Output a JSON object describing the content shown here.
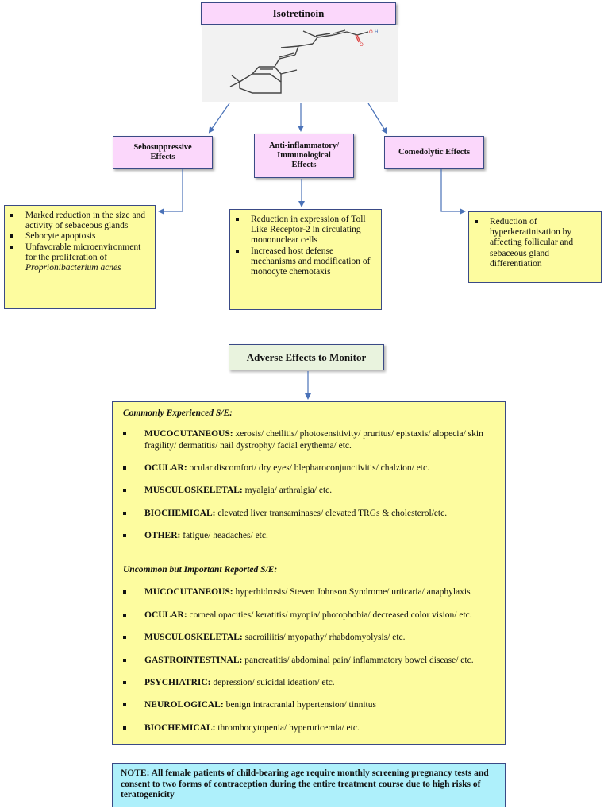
{
  "drug": {
    "title": "Isotretinoin",
    "structure_labels": {
      "oxygen": "O",
      "hydroxyl": "O",
      "hydrogen": "H"
    }
  },
  "effects": [
    {
      "title": "Sebosuppressive Effects",
      "bullets": [
        "Marked reduction in the size and activity of sebaceous glands",
        "Sebocyte apoptosis",
        "Unfavorable microenvironment for the proliferation of"
      ],
      "italic_tail": "Proprionibacterium acnes"
    },
    {
      "title": "Anti-inflammatory/ Immunological Effects",
      "bullets": [
        "Reduction in expression of Toll Like Receptor-2 in circulating mononuclear cells",
        "Increased host defense mechanisms and modification of monocyte chemotaxis"
      ]
    },
    {
      "title": "Comedolytic Effects",
      "bullets": [
        "Reduction of hyperkeratinisation by affecting follicular and sebaceous gland differentiation"
      ]
    }
  ],
  "adverse": {
    "title": "Adverse Effects to Monitor",
    "common_heading": "Commonly Experienced S/E:",
    "common": [
      {
        "label": "MUCOCUTANEOUS:",
        "text": " xerosis/ cheilitis/ photosensitivity/ pruritus/ epistaxis/ alopecia/ skin fragility/ dermatitis/ nail dystrophy/ facial erythema/ etc."
      },
      {
        "label": "OCULAR:",
        "text": " ocular discomfort/ dry eyes/ blepharoconjunctivitis/ chalzion/ etc."
      },
      {
        "label": "MUSCULOSKELETAL:",
        "text": " myalgia/ arthralgia/ etc."
      },
      {
        "label": "BIOCHEMICAL:",
        "text": " elevated liver transaminases/ elevated TRGs & cholesterol/etc."
      },
      {
        "label": "OTHER:",
        "text": " fatigue/ headaches/ etc."
      }
    ],
    "uncommon_heading": "Uncommon but Important Reported S/E:",
    "uncommon": [
      {
        "label": "MUCOCUTANEOUS:",
        "text": " hyperhidrosis/ Steven Johnson Syndrome/ urticaria/ anaphylaxis"
      },
      {
        "label": "OCULAR:",
        "text": " corneal opacities/ keratitis/ myopia/ photophobia/ decreased color vision/ etc."
      },
      {
        "label": "MUSCULOSKELETAL:",
        "text": " sacroiliitis/ myopathy/ rhabdomyolysis/ etc."
      },
      {
        "label": "GASTROINTESTINAL:",
        "text": " pancreatitis/ abdominal pain/ inflammatory bowel disease/ etc."
      },
      {
        "label": "PSYCHIATRIC:",
        "text": " depression/ suicidal ideation/ etc."
      },
      {
        "label": "NEUROLOGICAL:",
        "text": " benign intracranial hypertension/ tinnitus"
      },
      {
        "label": "BIOCHEMICAL:",
        "text": " thrombocytopenia/ hyperuricemia/ etc."
      }
    ]
  },
  "note": "NOTE: All female patients of child-bearing age require monthly screening pregnancy tests and consent to two forms of contraception during the entire treatment course due to high risks of teratogenicity",
  "colors": {
    "pink": "#fbd7fb",
    "yellow": "#fdfc9f",
    "green": "#e9f3de",
    "cyan": "#aef0fb",
    "border": "#3a4a86",
    "arrow": "#4a72b8"
  }
}
